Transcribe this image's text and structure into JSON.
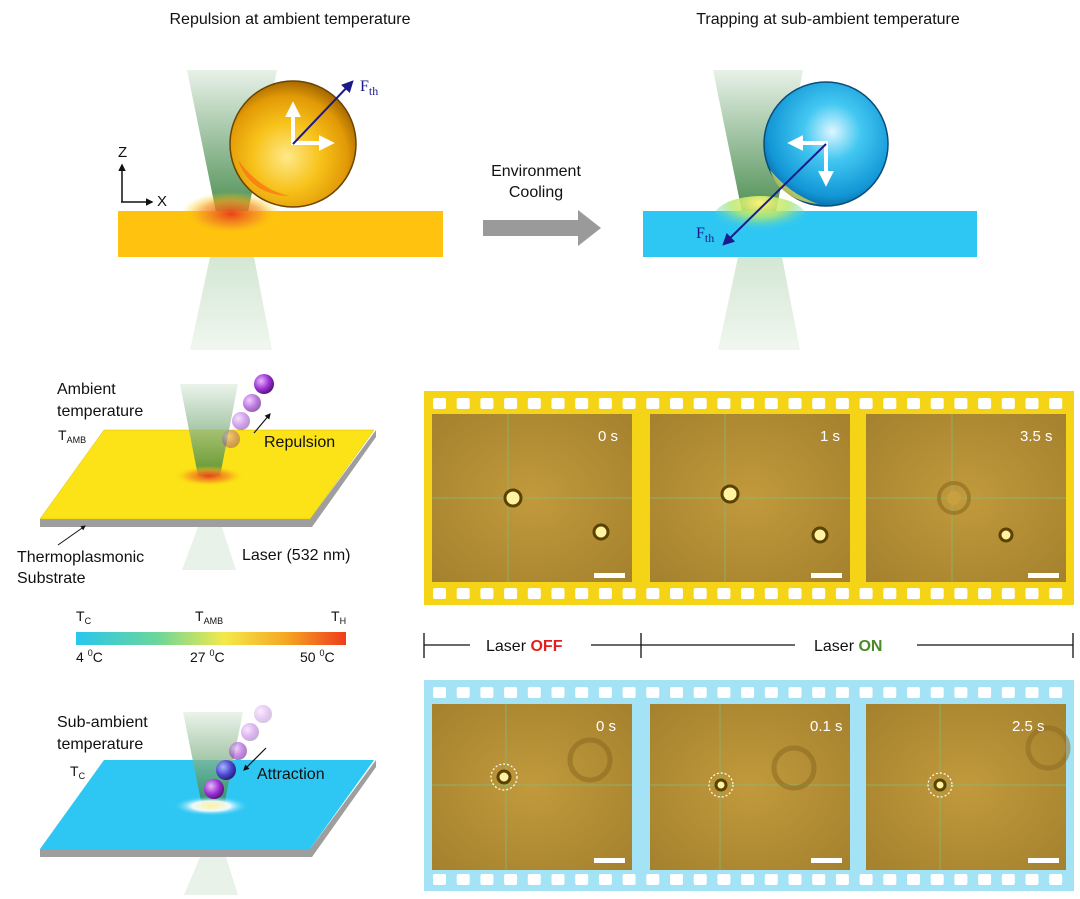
{
  "top": {
    "left_title": "Repulsion at ambient temperature",
    "right_title": "Trapping at sub-ambient temperature",
    "axis_z": "Z",
    "axis_x": "X",
    "arrow_label_line1": "Environment",
    "arrow_label_line2": "Cooling",
    "force_main": "F",
    "force_sub": "th"
  },
  "schematic_ambient": {
    "label_line1": "Ambient",
    "label_line2": "temperature",
    "t_main": "T",
    "t_sub": "AMB",
    "motion": "Repulsion",
    "substrate_line1": "Thermoplasmonic",
    "substrate_line2": "Substrate",
    "laser": "Laser (532 nm)"
  },
  "colorbar": {
    "tc_main": "T",
    "tc_sub": "C",
    "tamb_main": "T",
    "tamb_sub": "AMB",
    "th_main": "T",
    "th_sub": "H",
    "v1_num": "4",
    "v1_exp": "0",
    "v1_unit": "C",
    "v2_num": "27",
    "v2_exp": "0",
    "v2_unit": "C",
    "v3_num": "50",
    "v3_exp": "0",
    "v3_unit": "C",
    "colors": [
      "#29c6ee",
      "#55d3a6",
      "#f4e94a",
      "#f5a623",
      "#ee3b1c"
    ]
  },
  "schematic_sub": {
    "label_line1": "Sub-ambient",
    "label_line2": "temperature",
    "t_main": "T",
    "t_sub": "C",
    "motion": "Attraction"
  },
  "timeline": {
    "laser_word": "Laser",
    "off_word": "OFF",
    "on_word": "ON",
    "off_color": "#e02020",
    "on_color": "#4a8a2a"
  },
  "film_top": {
    "color": "#f5d417",
    "frames": [
      "0 s",
      "1 s",
      "3.5 s"
    ]
  },
  "film_bottom": {
    "color": "#a4e2f5",
    "frames": [
      "0 s",
      "0.1 s",
      "2.5 s"
    ]
  }
}
